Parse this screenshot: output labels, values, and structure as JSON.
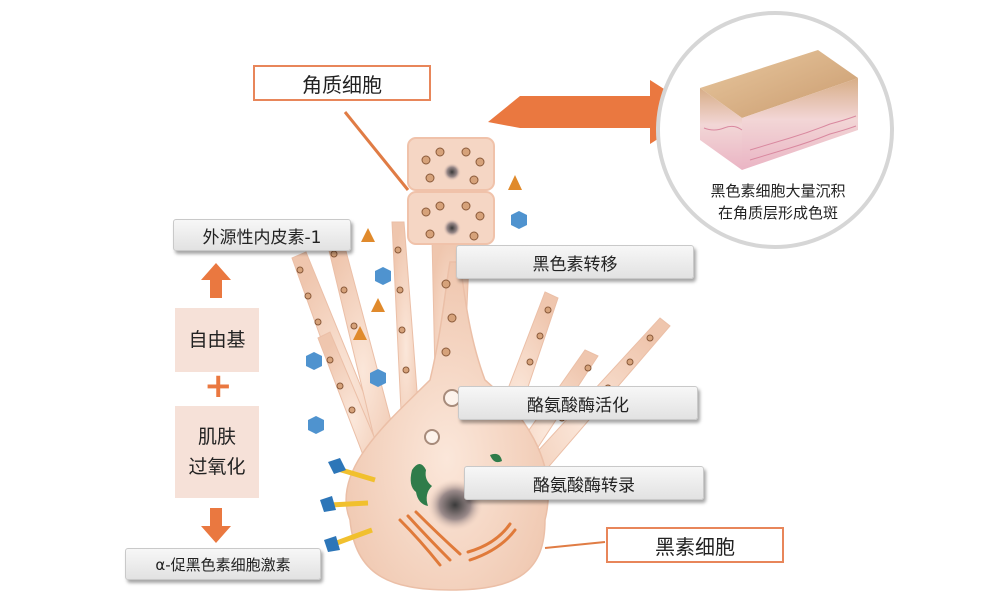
{
  "labels": {
    "keratinocyte": "角质细胞",
    "melanocyte": "黑素细胞",
    "exogenous_endothelin": "外源性内皮素-1",
    "melanin_transfer": "黑色素转移",
    "tyrosinase_activation": "酪氨酸酶活化",
    "tyrosinase_transcription": "酪氨酸酶转录",
    "free_radicals": "自由基",
    "plus_sign": "+",
    "skin_peroxidation_line1": "肌肤",
    "skin_peroxidation_line2": "过氧化",
    "alpha_msh": "α-促黑色素细胞激素"
  },
  "callout": {
    "line1": "黑色素细胞大量沉积",
    "line2": "在角质层形成色斑"
  },
  "colors": {
    "accent_orange": "#ea7840",
    "box_border_orange": "#e8865a",
    "pink_panel": "#f6e1d8",
    "cell_body": "#f2d1bd",
    "hexagon_blue": "#4f93cf",
    "triangle_orange": "#e08a2c",
    "receptor_blue": "#2d76b8",
    "receptor_yellow": "#f1c02e",
    "nucleus_green": "#2f7c4a"
  },
  "icons": [
    "hexagon-molecule-icon",
    "triangle-molecule-icon",
    "receptor-icon",
    "arrow-up-icon",
    "arrow-down-icon",
    "big-arrow-right-icon"
  ]
}
